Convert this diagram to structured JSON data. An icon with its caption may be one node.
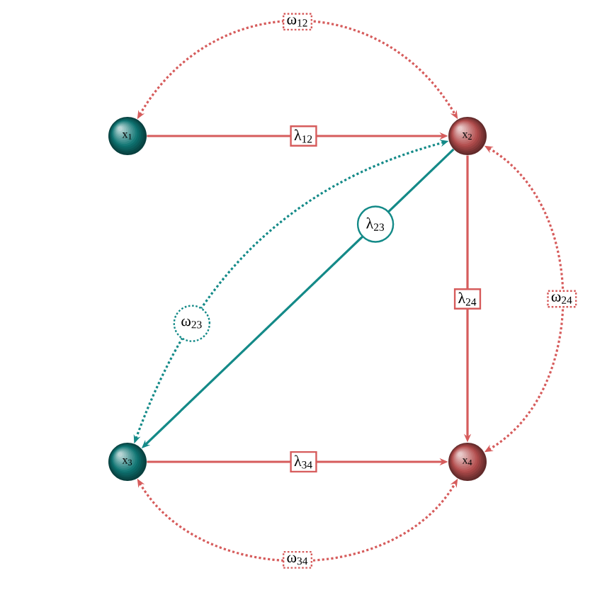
{
  "diagram": {
    "nodes": [
      {
        "text": [
          "x$_{1}$"
        ]
      },
      {
        "text": [
          "x$_{2}$"
        ]
      },
      {
        "text": [
          "x$_{3}$"
        ]
      },
      {
        "text": [
          "x$_{4}$"
        ]
      }
    ],
    "edges": [
      {
        "from": 0,
        "to": 1,
        "arrow": "to",
        "label": "λ$_{12}$"
      },
      {
        "from": 1,
        "to": 2,
        "arrow": "to",
        "label": "λ$_{23}$",
        "color": "#148a88"
      },
      {
        "from": 1,
        "to": 3,
        "arrow": "to",
        "label": "λ$_{24}$"
      },
      {
        "from": 2,
        "to": 3,
        "arrow": "to",
        "label": "λ$_{34}$"
      },
      {
        "from": 0,
        "to": 1,
        "arrow": "both",
        "label": "ω$_{12}$",
        "style": "dashed"
      },
      {
        "from": 1,
        "to": 2,
        "arrow": "both",
        "label": "ω$_{23}$",
        "style": "dashed",
        "color": "#148a88"
      },
      {
        "from": 1,
        "to": 3,
        "arrow": "both",
        "label": "ω$_{24}$",
        "style": "dashed"
      },
      {
        "from": 2,
        "to": 3,
        "arrow": "both",
        "label": "ω$_{34}$",
        "style": "dashed"
      }
    ]
  }
}
